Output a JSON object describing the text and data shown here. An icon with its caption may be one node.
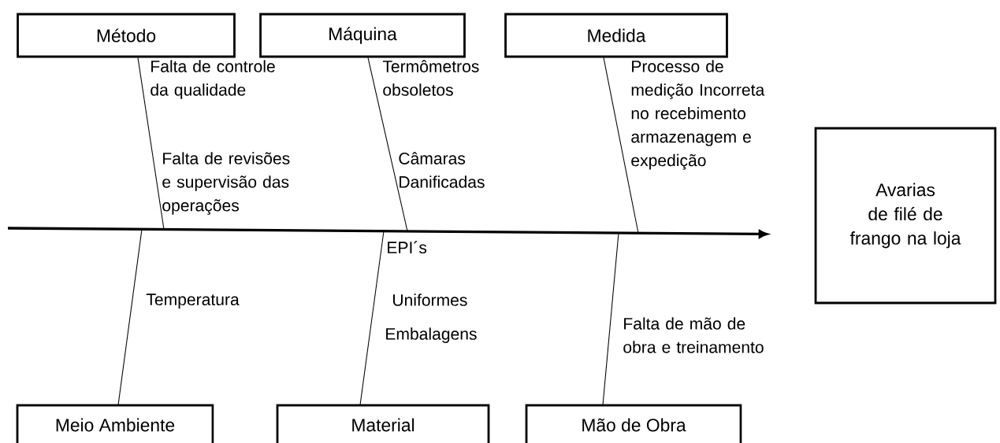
{
  "diagram": {
    "nodes": [
      {
        "text": [
          "Método"
        ]
      },
      {
        "text": [
          "Máquina"
        ]
      },
      {
        "text": [
          "Medida"
        ]
      },
      {
        "text": [
          "Meio Ambiente"
        ]
      },
      {
        "text": [
          "Material"
        ]
      },
      {
        "text": [
          "Mão de Obra"
        ]
      },
      {
        "text": [
          "Avarias de filé de frango na loja"
        ]
      }
    ],
    "edges": [
      {
        "from": null,
        "to": 6,
        "arrow": "to",
        "style": "thick"
      },
      {
        "from": 0,
        "to": null,
        "arrow": "none"
      },
      {
        "from": 1,
        "to": null,
        "arrow": "none"
      },
      {
        "from": 2,
        "to": null,
        "arrow": "none"
      },
      {
        "from": 3,
        "to": null,
        "arrow": "none"
      },
      {
        "from": 4,
        "to": null,
        "arrow": "none"
      },
      {
        "from": 5,
        "to": null,
        "arrow": "none"
      }
    ],
    "labels": [
      "Falta de controle da qualidade",
      "Falta de revisões e supervisão das operações",
      "Termômetros obsoletos",
      "Câmaras Danificadas",
      "Processo de medição Incorreta no recebimento armazenagem e expedição",
      "Temperatura",
      "EPI´s",
      "Uniformes",
      "Embalagens",
      "Falta de mão de obra e treinamento"
    ]
  }
}
